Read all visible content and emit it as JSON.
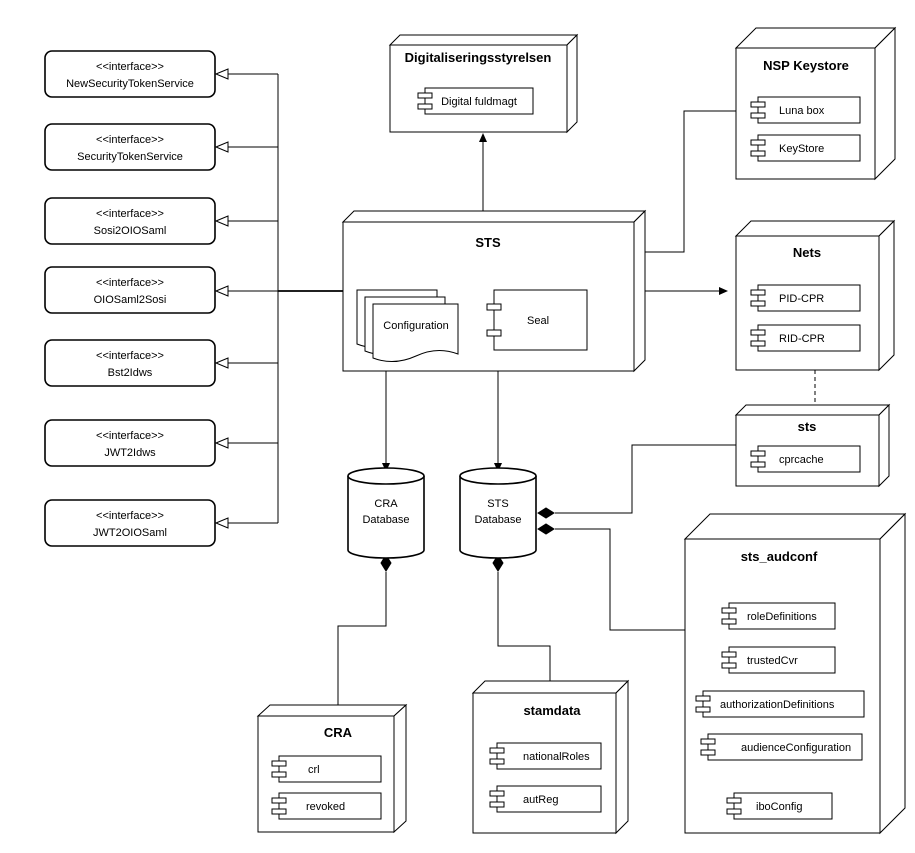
{
  "interfaces": [
    {
      "stereotype": "<<interface>>",
      "name": "NewSecurityTokenService"
    },
    {
      "stereotype": "<<interface>>",
      "name": "SecurityTokenService"
    },
    {
      "stereotype": "<<interface>>",
      "name": "Sosi2OIOSaml"
    },
    {
      "stereotype": "<<interface>>",
      "name": "OIOSaml2Sosi"
    },
    {
      "stereotype": "<<interface>>",
      "name": "Bst2Idws"
    },
    {
      "stereotype": "<<interface>>",
      "name": "JWT2Idws"
    },
    {
      "stereotype": "<<interface>>",
      "name": "JWT2OIOSaml"
    }
  ],
  "nodes": {
    "digitaliseringsstyrelsen": {
      "title": "Digitaliseringsstyrelsen",
      "components": [
        "Digital fuldmagt"
      ]
    },
    "nsp_keystore": {
      "title": "NSP Keystore",
      "components": [
        "Luna box",
        "KeyStore"
      ]
    },
    "sts": {
      "title": "STS",
      "document": "Configuration",
      "components": [
        "Seal"
      ]
    },
    "nets": {
      "title": "Nets",
      "components": [
        "PID-CPR",
        "RID-CPR"
      ]
    },
    "sts_cache": {
      "title": "sts",
      "components": [
        "cprcache"
      ]
    },
    "sts_audconf": {
      "title": "sts_audconf",
      "components": [
        "roleDefinitions",
        "trustedCvr",
        "authorizationDefinitions",
        "audienceConfiguration",
        "iboConfig"
      ]
    },
    "cra": {
      "title": "CRA",
      "components": [
        "crl",
        "revoked"
      ]
    },
    "stamdata": {
      "title": "stamdata",
      "components": [
        "nationalRoles",
        "autReg"
      ]
    }
  },
  "databases": {
    "cra_db": {
      "line1": "CRA",
      "line2": "Database"
    },
    "sts_db": {
      "line1": "STS",
      "line2": "Database"
    }
  }
}
